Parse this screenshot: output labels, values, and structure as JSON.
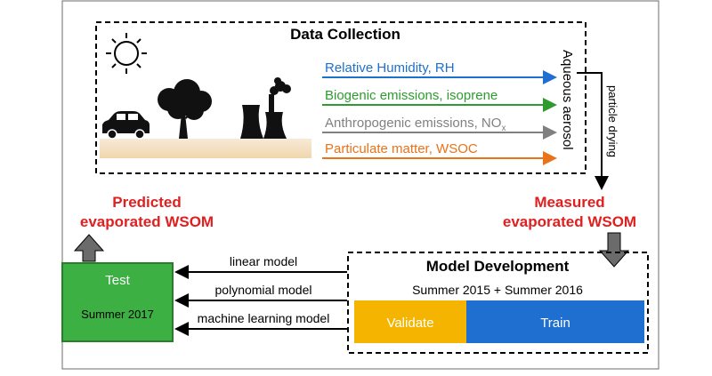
{
  "data_collection": {
    "title": "Data Collection",
    "inputs": [
      {
        "label": "Relative Humidity, RH",
        "color": "#1f6fd1"
      },
      {
        "label": "Biogenic emissions, isoprene",
        "color": "#2e9b2e"
      },
      {
        "label": "Anthropogenic emissions, NO",
        "subscript": "x",
        "color": "#808080"
      },
      {
        "label": "Particulate matter, WSOC",
        "color": "#e8731a"
      }
    ],
    "sink_label": "Aqueous aerosol",
    "icons": [
      "sun-icon",
      "tree-icon",
      "car-icon",
      "power-plant-icon"
    ]
  },
  "process_label": "particle drying",
  "measured": {
    "line1": "Measured",
    "line2": "evaporated WSOM",
    "color": "#e02020"
  },
  "predicted": {
    "line1": "Predicted",
    "line2": "evaporated WSOM",
    "color": "#e02020"
  },
  "model_development": {
    "title": "Model Development",
    "subtitle": "Summer 2015 + Summer 2016",
    "validate": {
      "label": "Validate",
      "color": "#f5b400"
    },
    "train": {
      "label": "Train",
      "color": "#1f6fd1"
    }
  },
  "models": [
    "linear model",
    "polynomial model",
    "machine learning model"
  ],
  "test": {
    "title": "Test",
    "subtitle": "Summer 2017",
    "color": "#3cb043"
  }
}
